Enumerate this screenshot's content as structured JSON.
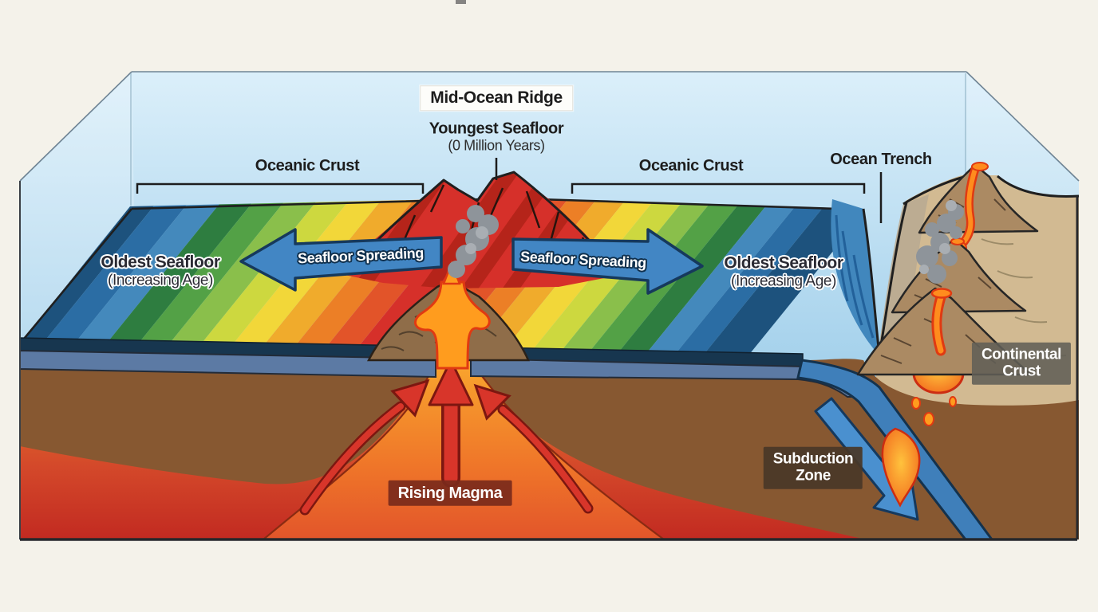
{
  "diagram": {
    "labels": {
      "mid_ocean_ridge": "Mid-Ocean Ridge",
      "youngest_seafloor": {
        "line1": "Youngest Seafloor",
        "line2": "(0 Million Years)"
      },
      "oceanic_crust_left": "Oceanic Crust",
      "oceanic_crust_right": "Oceanic Crust",
      "ocean_trench": "Ocean Trench",
      "oldest_seafloor_left": {
        "line1": "Oldest Seafloor",
        "line2": "(Increasing Age)"
      },
      "oldest_seafloor_right": {
        "line1": "Oldest Seafloor",
        "line2": "(Increasing Age)"
      },
      "seafloor_spreading_left": "Seafloor Spreading",
      "seafloor_spreading_right": "Seafloor Spreading",
      "continental_crust": {
        "line1": "Continental",
        "line2": "Crust"
      },
      "subduction_zone": {
        "line1": "Subduction",
        "line2": "Zone"
      },
      "rising_magma": "Rising Magma"
    },
    "colors": {
      "page_background": "#f4f2ea",
      "sky_top": "#dbeffa",
      "sky_bottom": "#a6d2ec",
      "age_stripes": [
        "#1d527d",
        "#2b6da4",
        "#4489bc",
        "#2e7d40",
        "#53a146",
        "#8abf4b",
        "#cdd83f",
        "#f2d739",
        "#f0ab2c",
        "#ec7f26",
        "#e25429",
        "#d6302a"
      ],
      "ridge_red": "#d6302a",
      "ridge_red_dark": "#b02318",
      "mantle_brown": "#875831",
      "mantle_orange": "#e8772a",
      "mantle_red": "#c22a21",
      "magma_orange": "#ff9c1e",
      "lithosphere_blue": "#5c7aa4",
      "plate_edge_navy": "#17364f",
      "slab_blue": "#3f7fba",
      "trench_bend_blue": "#4187bd",
      "continental_tan": "#d2ba92",
      "continental_gray": "#b9ab92",
      "volcano_brown": "#ab8a63",
      "arrow_blue": "#4286c4",
      "arrow_red": "#d8352a",
      "smoke_gray": "#8e949a",
      "label_dark": "#1d1d1d",
      "box_continental": "rgba(97,95,86,0.88)",
      "box_subduction": "rgba(73,55,39,0.92)",
      "box_magma": "rgba(122,42,27,0.92)"
    }
  }
}
